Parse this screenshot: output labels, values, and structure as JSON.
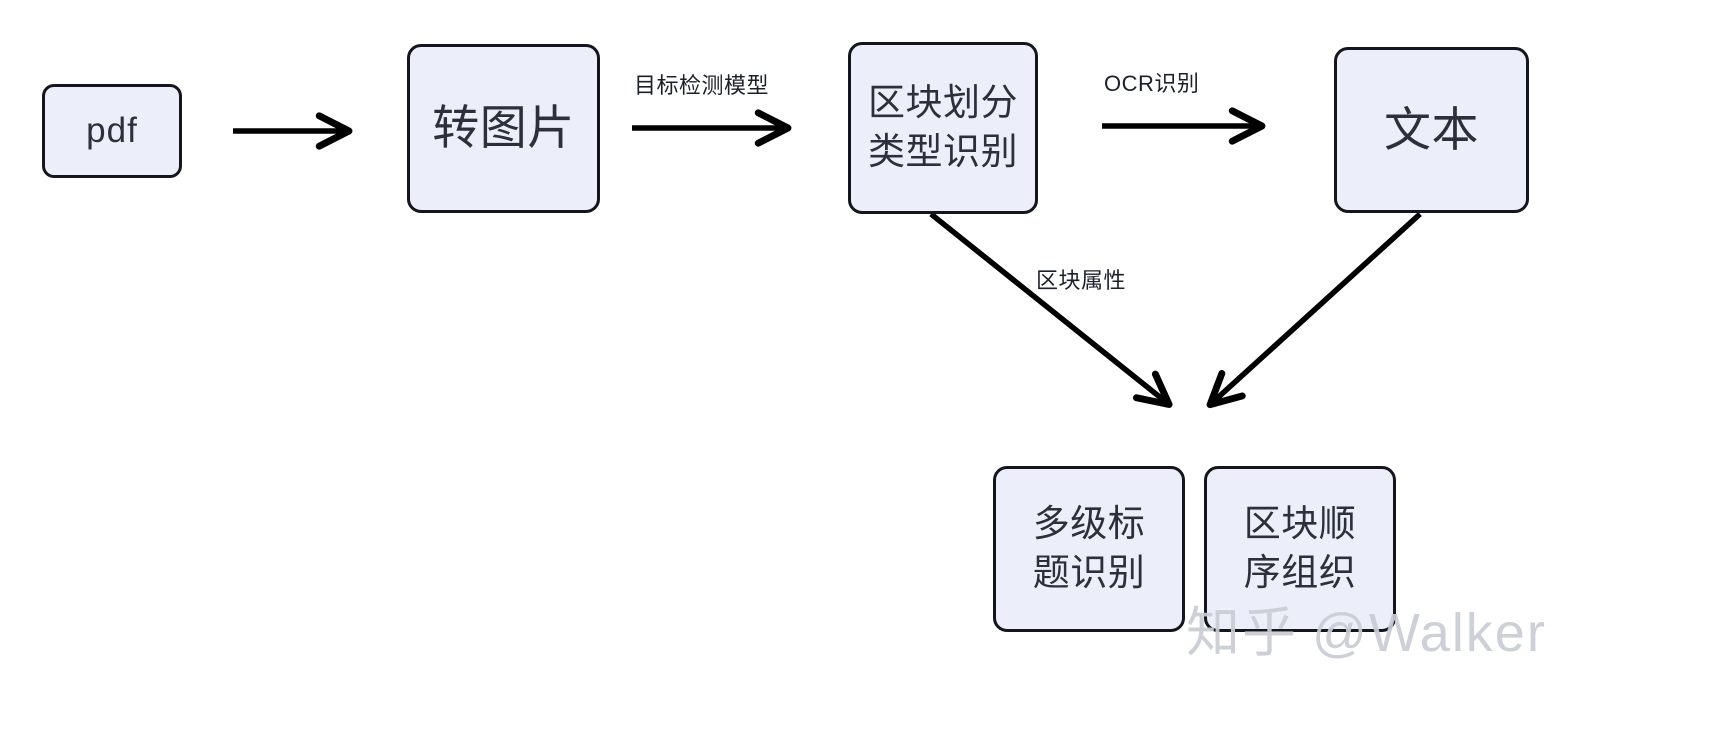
{
  "diagram": {
    "type": "flowchart",
    "direction": "left-to-right with downward merge",
    "background_color": "#ffffff",
    "node_fill": "#eceff9",
    "node_border": "#13161c",
    "text_color": "#2b303b",
    "nodes": [
      {
        "id": "pdf",
        "label": "pdf"
      },
      {
        "id": "toimage",
        "label": "转图片"
      },
      {
        "id": "blockclass",
        "label": "区块划分\n类型识别"
      },
      {
        "id": "text",
        "label": "文本"
      },
      {
        "id": "heading",
        "label": "多级标\n题识别"
      },
      {
        "id": "order",
        "label": "区块顺\n序组织"
      }
    ],
    "edges": [
      {
        "from": "pdf",
        "to": "toimage",
        "label": ""
      },
      {
        "from": "toimage",
        "to": "blockclass",
        "label": "目标检测模型"
      },
      {
        "from": "blockclass",
        "to": "text",
        "label": "OCR识别"
      },
      {
        "from": "blockclass",
        "to": "heading",
        "label": "区块属性"
      },
      {
        "from": "text",
        "to": "order",
        "label": ""
      }
    ]
  },
  "watermark": {
    "site": "知乎",
    "user": "@Walker"
  }
}
